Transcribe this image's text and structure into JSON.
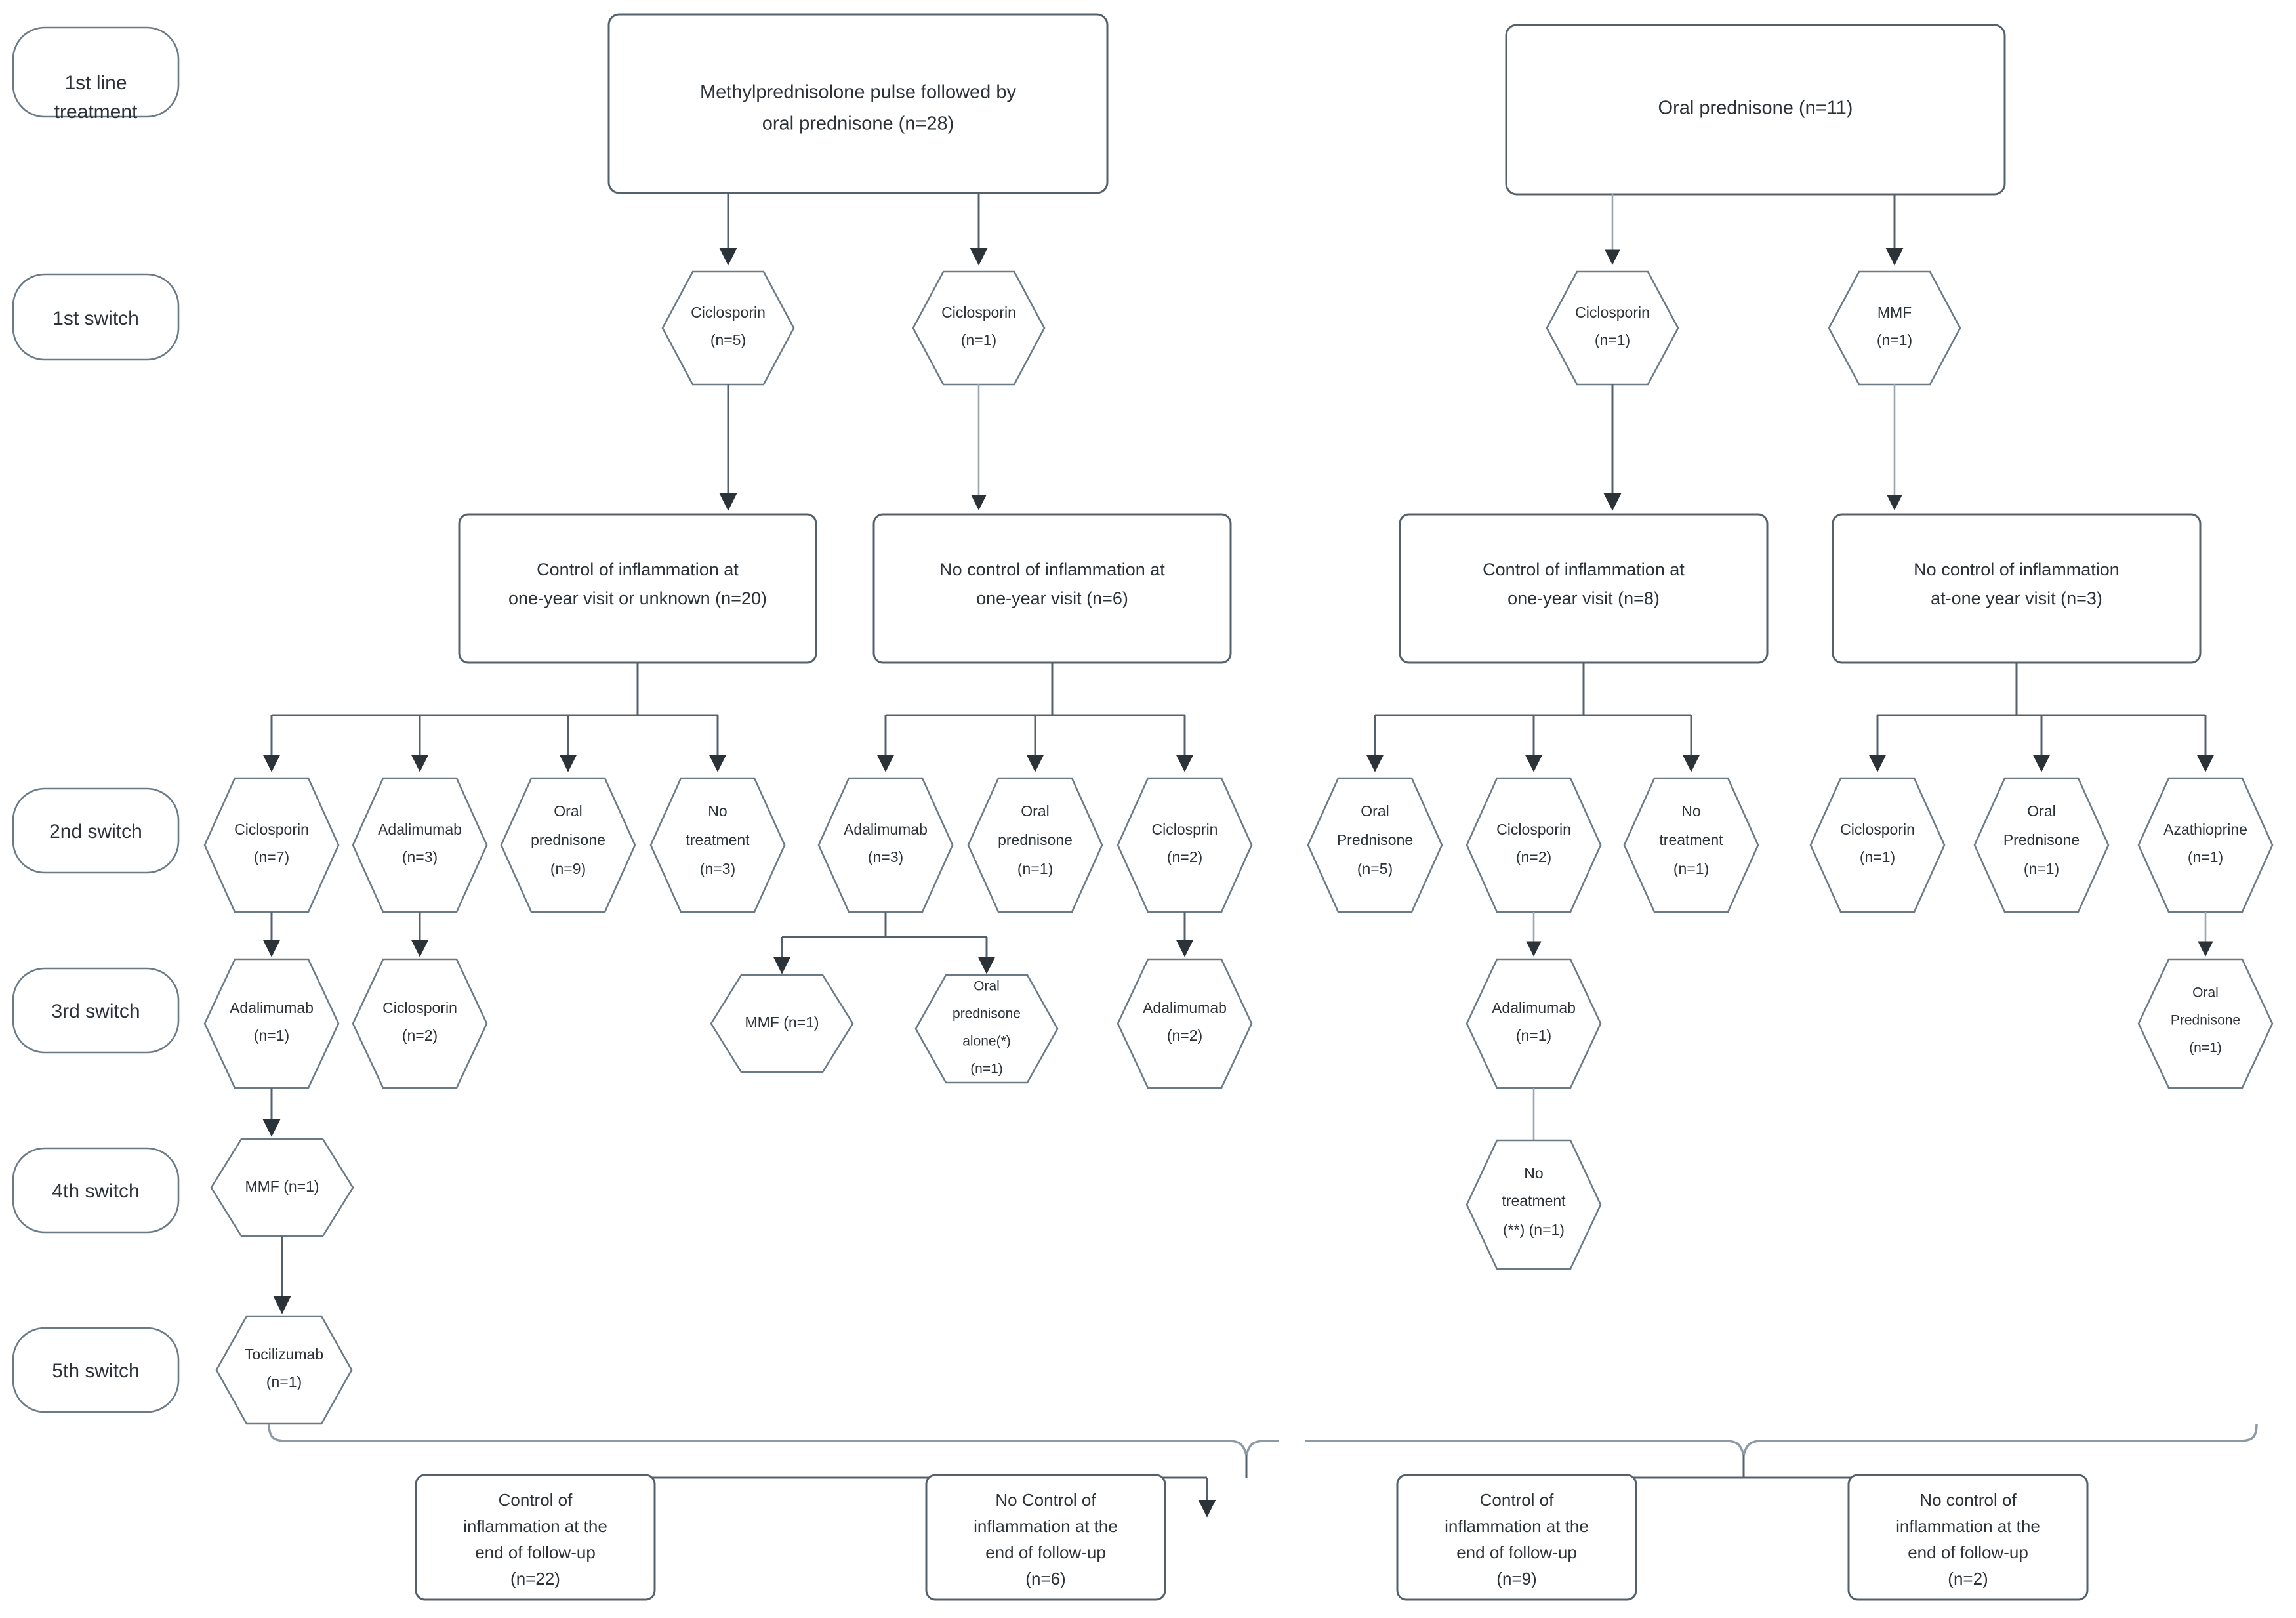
{
  "diagram": {
    "title": "Treatment switch flowchart",
    "colors": {
      "stroke": "#54616b",
      "stroke_soft": "#9aa7b0",
      "text": "#2b3338",
      "background": "#ffffff"
    },
    "stage_labels": [
      {
        "id": "stage-1st-line",
        "label": "1st line\ntreatment",
        "line1": "1st line",
        "line2": "treatment"
      },
      {
        "id": "stage-1st-switch",
        "label": "1st switch",
        "line1": "1st switch",
        "line2": ""
      },
      {
        "id": "stage-2nd-switch",
        "label": "2nd switch",
        "line1": "2nd switch",
        "line2": ""
      },
      {
        "id": "stage-3rd-switch",
        "label": "3rd switch",
        "line1": "3rd switch",
        "line2": ""
      },
      {
        "id": "stage-4th-switch",
        "label": "4th switch",
        "line1": "4th switch",
        "line2": ""
      },
      {
        "id": "stage-5th-switch",
        "label": "5th switch",
        "line1": "5th switch",
        "line2": ""
      }
    ],
    "first_line": [
      {
        "id": "first-line-left",
        "line1": "Methylprednisolone pulse followed by",
        "line2": "oral prednisone (n=28)",
        "n": 28
      },
      {
        "id": "first-line-right",
        "line1": "Oral prednisone (n=11)",
        "line2": "",
        "n": 11
      }
    ],
    "first_switch": [
      {
        "id": "fs-1",
        "line1": "Ciclosporin",
        "line2": "(n=5)",
        "n": 5
      },
      {
        "id": "fs-2",
        "line1": "Ciclosporin",
        "line2": "(n=1)",
        "n": 1
      },
      {
        "id": "fs-3",
        "line1": "Ciclosporin",
        "line2": "(n=1)",
        "n": 1
      },
      {
        "id": "fs-4",
        "line1": "MMF",
        "line2": "(n=1)",
        "n": 1
      }
    ],
    "one_year_outcomes": [
      {
        "id": "oy-1",
        "line1": "Control of inflammation at",
        "line2": "one-year visit or unknown (n=20)",
        "n": 20
      },
      {
        "id": "oy-2",
        "line1": "No control of inflammation at",
        "line2": "one-year visit (n=6)",
        "n": 6
      },
      {
        "id": "oy-3",
        "line1": "Control of inflammation at",
        "line2": "one-year visit (n=8)",
        "n": 8
      },
      {
        "id": "oy-4",
        "line1": "No control of inflammation",
        "line2": "at-one year  visit (n=3)",
        "n": 3
      }
    ],
    "second_switch": [
      {
        "id": "ss-1",
        "line1": "Ciclosporin",
        "line2": "(n=7)",
        "line3": "",
        "n": 7
      },
      {
        "id": "ss-2",
        "line1": "Adalimumab",
        "line2": "(n=3)",
        "line3": "",
        "n": 3
      },
      {
        "id": "ss-3",
        "line1": "Oral",
        "line2": "prednisone",
        "line3": "(n=9)",
        "n": 9
      },
      {
        "id": "ss-4",
        "line1": "No",
        "line2": "treatment",
        "line3": "(n=3)",
        "n": 3
      },
      {
        "id": "ss-5",
        "line1": "Adalimumab",
        "line2": "(n=3)",
        "line3": "",
        "n": 3
      },
      {
        "id": "ss-6",
        "line1": "Oral",
        "line2": "prednisone",
        "line3": "(n=1)",
        "n": 1
      },
      {
        "id": "ss-7",
        "line1": "Ciclosprin",
        "line2": "(n=2)",
        "line3": "",
        "n": 2
      },
      {
        "id": "ss-8",
        "line1": "Oral",
        "line2": "Prednisone",
        "line3": "(n=5)",
        "n": 5
      },
      {
        "id": "ss-9",
        "line1": "Ciclosporin",
        "line2": "(n=2)",
        "line3": "",
        "n": 2
      },
      {
        "id": "ss-10",
        "line1": "No",
        "line2": "treatment",
        "line3": "(n=1)",
        "n": 1
      },
      {
        "id": "ss-11",
        "line1": "Ciclosporin",
        "line2": "(n=1)",
        "line3": "",
        "n": 1
      },
      {
        "id": "ss-12",
        "line1": "Oral",
        "line2": "Prednisone",
        "line3": "(n=1)",
        "n": 1
      },
      {
        "id": "ss-13",
        "line1": "Azathioprine",
        "line2": "(n=1)",
        "line3": "",
        "n": 1
      }
    ],
    "third_switch": [
      {
        "id": "ts-1",
        "line1": "Adalimumab",
        "line2": "(n=1)",
        "line3": "",
        "n": 1
      },
      {
        "id": "ts-2",
        "line1": "Ciclosporin",
        "line2": "(n=2)",
        "line3": "",
        "n": 2
      },
      {
        "id": "ts-3",
        "line1": "MMF (n=1)",
        "line2": "",
        "line3": "",
        "n": 1
      },
      {
        "id": "ts-4",
        "line1": "Oral",
        "line2": "prednisone",
        "line3": "alone(*)",
        "line4": "(n=1)",
        "n": 1
      },
      {
        "id": "ts-5",
        "line1": "Adalimumab",
        "line2": "(n=2)",
        "line3": "",
        "n": 2
      },
      {
        "id": "ts-6",
        "line1": "Adalimumab",
        "line2": "(n=1)",
        "line3": "",
        "n": 1
      },
      {
        "id": "ts-7",
        "line1": "Oral",
        "line2": "Prednisone",
        "line3": "(n=1)",
        "n": 1
      }
    ],
    "fourth_switch": [
      {
        "id": "fos-1",
        "line1": "MMF (n=1)",
        "line2": "",
        "line3": "",
        "n": 1
      },
      {
        "id": "fos-2",
        "line1": "No",
        "line2": "treatment",
        "line3": "(**) (n=1)",
        "n": 1
      }
    ],
    "fifth_switch": [
      {
        "id": "fis-1",
        "line1": "Tocilizumab",
        "line2": "(n=1)",
        "line3": "",
        "n": 1
      }
    ],
    "final_outcomes": [
      {
        "id": "fo-1",
        "line1": "Control of",
        "line2": "inflammation at the",
        "line3": "end of follow-up",
        "line4": "(n=22)",
        "n": 22
      },
      {
        "id": "fo-2",
        "line1": "No Control of",
        "line2": "inflammation at the",
        "line3": "end of follow-up",
        "line4": "(n=6)",
        "n": 6
      },
      {
        "id": "fo-3",
        "line1": "Control of",
        "line2": "inflammation at the",
        "line3": "end of follow-up",
        "line4": "(n=9)",
        "n": 9
      },
      {
        "id": "fo-4",
        "line1": "No control of",
        "line2": "inflammation at the",
        "line3": "end of follow-up",
        "line4": "(n=2)",
        "n": 2
      }
    ]
  }
}
